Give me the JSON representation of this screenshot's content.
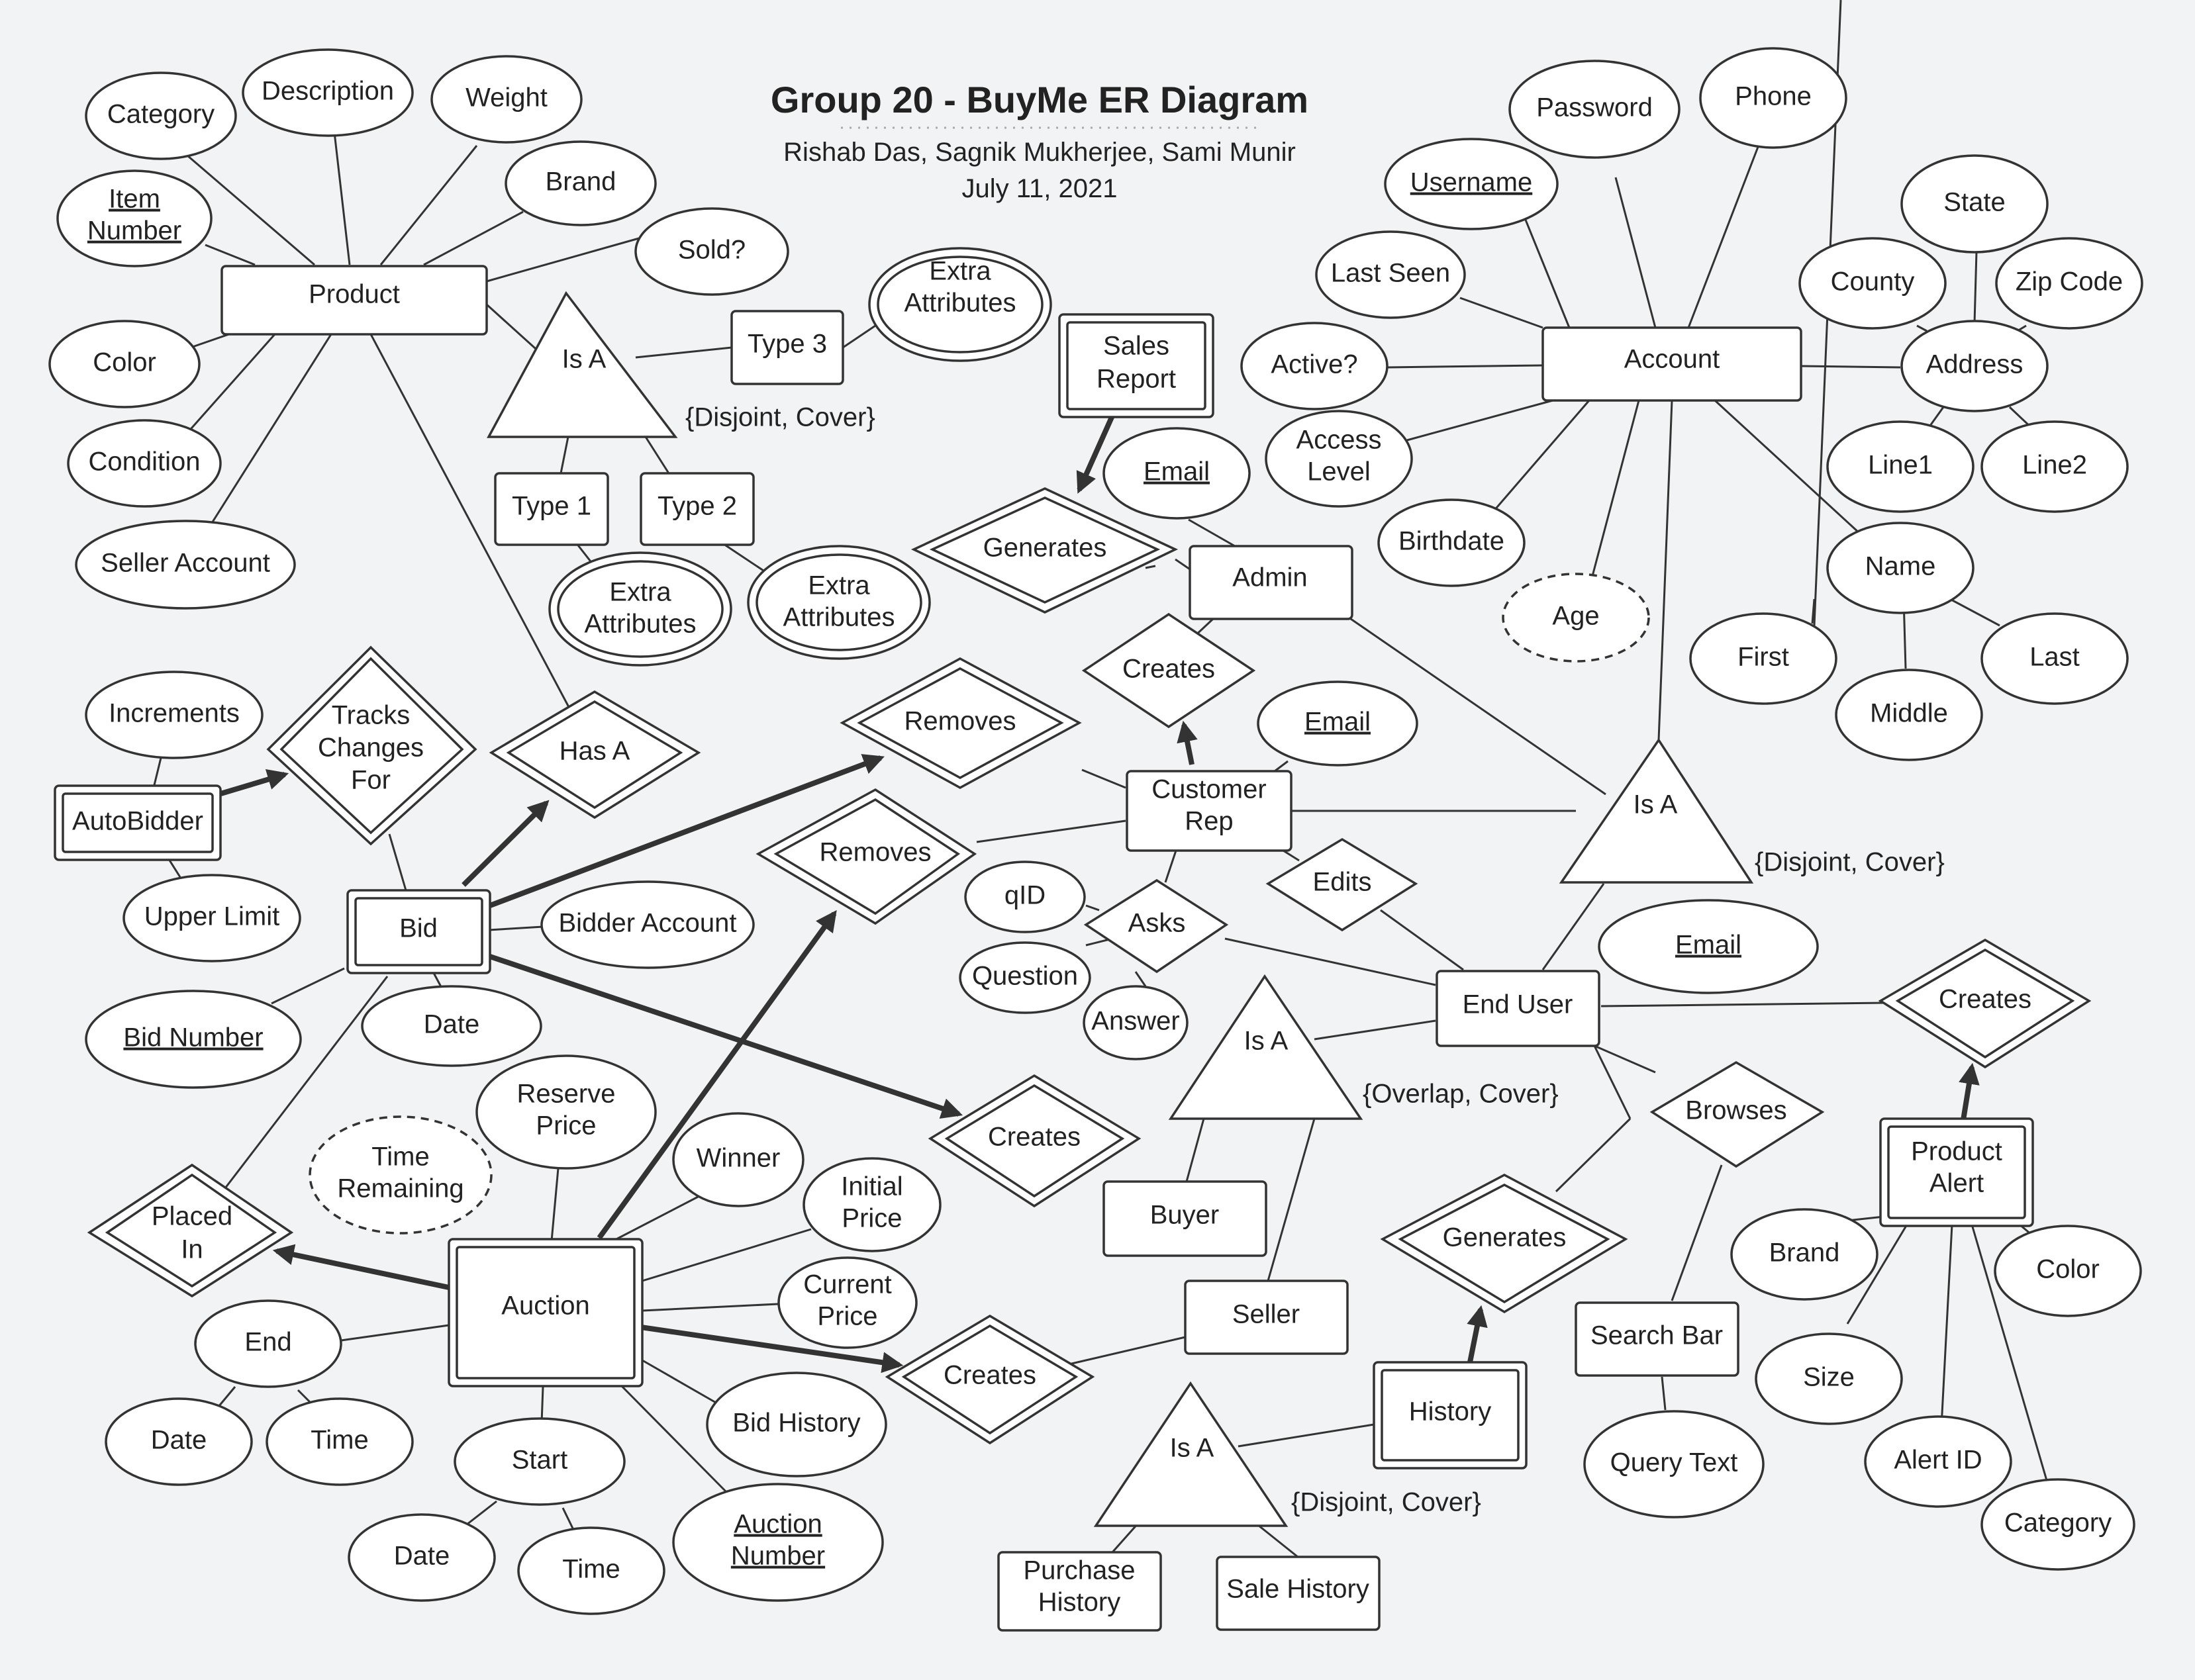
{
  "header": {
    "title": "Group 20 - BuyMe ER Diagram",
    "authors": "Rishab Das, Sagnik Mukherjee, Sami Munir",
    "date": "July 11, 2021"
  },
  "entities": {
    "product": "Product",
    "account": "Account",
    "admin": "Admin",
    "customer_rep": [
      "Customer",
      "Rep"
    ],
    "end_user": "End User",
    "buyer": "Buyer",
    "seller": "Seller",
    "type1": "Type 1",
    "type2": "Type 2",
    "type3": "Type 3",
    "purchase_history": [
      "Purchase",
      "History"
    ],
    "sale_history": "Sale History",
    "search_bar": "Search Bar"
  },
  "weak_entities": {
    "sales_report": [
      "Sales",
      "Report"
    ],
    "autobidder": "AutoBidder",
    "bid": "Bid",
    "auction": "Auction",
    "history": "History",
    "product_alert": [
      "Product",
      "Alert"
    ]
  },
  "relationships": {
    "generates_admin": "Generates",
    "creates_admin": "Creates",
    "removes_top": "Removes",
    "removes_mid": "Removes",
    "asks": "Asks",
    "edits": "Edits",
    "has_a": "Has A",
    "tracks": [
      "Tracks",
      "Changes",
      "For"
    ],
    "creates_bid": "Creates",
    "creates_auction": "Creates",
    "placed_in": [
      "Placed",
      "In"
    ],
    "generates_history": "Generates",
    "browses": "Browses",
    "creates_alert": "Creates"
  },
  "isa": {
    "product_isa": "Is A",
    "account_isa": "Is A",
    "enduser_isa": "Is A",
    "history_isa": "Is A",
    "constraints": {
      "disjoint_cover": "{Disjoint, Cover}",
      "overlap_cover": "{Overlap, Cover}"
    }
  },
  "attributes": {
    "product": {
      "category": "Category",
      "description": "Description",
      "weight": "Weight",
      "brand": "Brand",
      "item_number": [
        "Item",
        "Number"
      ],
      "sold": "Sold?",
      "color": "Color",
      "condition": "Condition",
      "seller_account": "Seller Account",
      "extra_type3": [
        "Extra",
        "Attributes"
      ],
      "extra_type1": [
        "Extra",
        "Attributes"
      ],
      "extra_type2": [
        "Extra",
        "Attributes"
      ]
    },
    "account": {
      "password": "Password",
      "phone": "Phone",
      "username": "Username",
      "last_seen": "Last Seen",
      "active": "Active?",
      "access_level": [
        "Access",
        "Level"
      ],
      "birthdate": "Birthdate",
      "age": "Age",
      "address": "Address",
      "state": "State",
      "county": "County",
      "zip_code": "Zip Code",
      "line1": "Line1",
      "line2": "Line2",
      "name": "Name",
      "first": "First",
      "middle": "Middle",
      "last": "Last"
    },
    "admin_email": "Email",
    "rep_email": "Email",
    "enduser_email": "Email",
    "asks": {
      "qid": "qID",
      "question": "Question",
      "answer": "Answer"
    },
    "autobidder": {
      "increments": "Increments",
      "upper_limit": "Upper Limit"
    },
    "bid": {
      "bidder_account": "Bidder Account",
      "bid_number": "Bid Number",
      "date": "Date"
    },
    "auction": {
      "reserve_price": [
        "Reserve",
        "Price"
      ],
      "time_remaining": [
        "Time",
        "Remaining"
      ],
      "winner": "Winner",
      "initial_price": [
        "Initial",
        "Price"
      ],
      "current_price": [
        "Current",
        "Price"
      ],
      "bid_history": "Bid History",
      "auction_number": [
        "Auction",
        "Number"
      ],
      "end": "End",
      "end_date": "Date",
      "end_time": "Time",
      "start": "Start",
      "start_date": "Date",
      "start_time": "Time"
    },
    "search_bar": {
      "query_text": "Query Text"
    },
    "product_alert": {
      "brand": "Brand",
      "color": "Color",
      "size": "Size",
      "alert_id": "Alert ID",
      "category": "Category"
    }
  },
  "colors": {
    "stroke": "#333333",
    "fill": "#ffffff",
    "background": "#f2f3f4"
  }
}
